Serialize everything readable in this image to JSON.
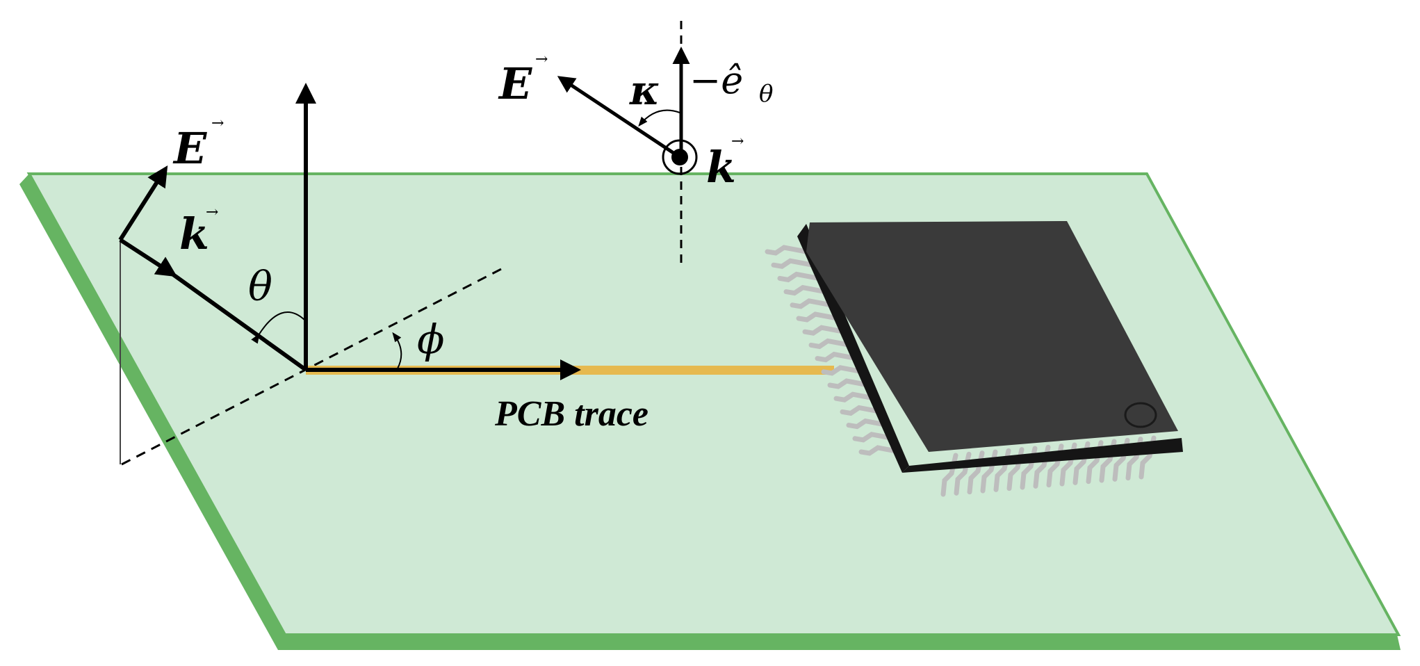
{
  "labels": {
    "e_vector_left": "E",
    "k_vector_left": "k",
    "theta": "θ",
    "phi": "ϕ",
    "e_vector_top": "E",
    "kappa": "κ",
    "neg_e_theta": "−ê",
    "e_theta_sub": "θ",
    "k_vector_top": "k",
    "vector_arrow": "⃗",
    "pcb_trace": "PCB trace"
  },
  "colors": {
    "board_face": "#cfe9d5",
    "board_edge": "#66b462",
    "trace": "#e6b94f",
    "chip_body": "#3a3a3a",
    "chip_edge": "#151515",
    "pin": "#bdbdbd"
  },
  "icons": {
    "chip": "qfp-integrated-circuit-icon",
    "pin1_mark": "pin1-dot-icon"
  }
}
